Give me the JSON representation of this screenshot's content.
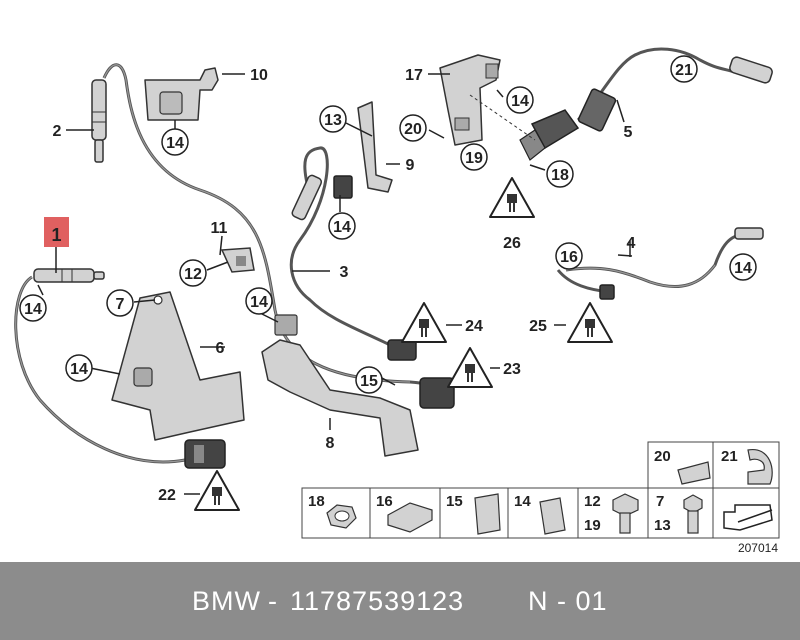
{
  "diagram": {
    "drawing_number": "207014",
    "highlighted_part": "1",
    "callouts": {
      "c1": "1",
      "c2": "2",
      "c3": "3",
      "c4": "4",
      "c5": "5",
      "c6": "6",
      "c7": "7",
      "c8": "8",
      "c9": "9",
      "c10": "10",
      "c11": "11",
      "c12": "12",
      "c13": "13",
      "c14": "14",
      "c15": "15",
      "c16": "16",
      "c17": "17",
      "c18": "18",
      "c19": "19",
      "c20": "20",
      "c21": "21",
      "c22": "22",
      "c23": "23",
      "c24": "24",
      "c25": "25",
      "c26": "26"
    },
    "legend": {
      "top": [
        "20",
        "21"
      ],
      "bottom": [
        "18",
        "16",
        "15",
        "14",
        "12",
        "19",
        "7",
        "13"
      ]
    }
  },
  "footer": {
    "brand": "BMW",
    "separator": "-",
    "part_number": "11787539123",
    "suffix": "N - 01"
  },
  "colors": {
    "footer_bg": "#8c8c8c",
    "footer_text": "#ffffff",
    "highlight": "#e06060",
    "part_fill": "#d2d2d2",
    "line": "#222222"
  }
}
